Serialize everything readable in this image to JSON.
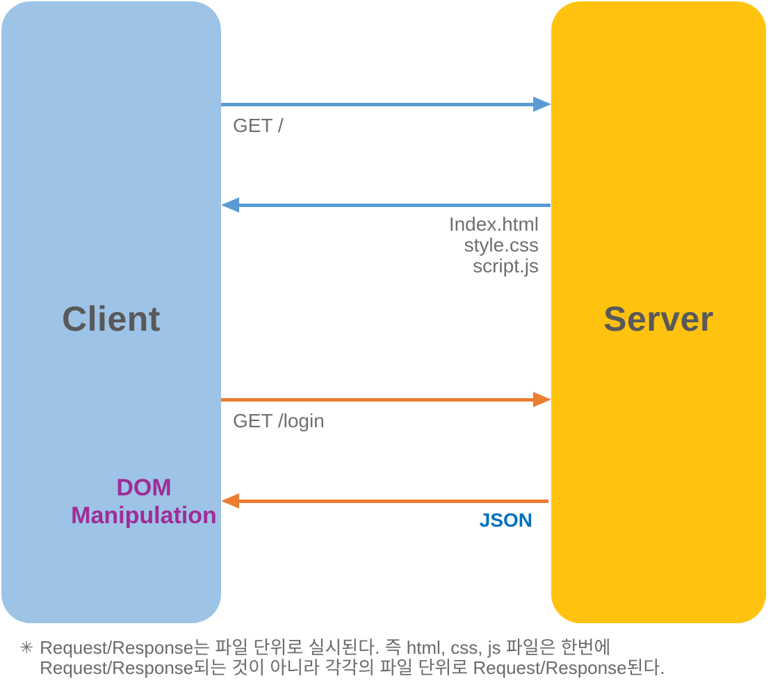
{
  "client": {
    "label": "Client",
    "fill": "#9DC3E6"
  },
  "server": {
    "label": "Server",
    "fill": "#FFC30F"
  },
  "dom_manipulation": {
    "line1": "DOM",
    "line2": "Manipulation",
    "color": "#A02C96"
  },
  "messages": {
    "request_root": {
      "label": "GET /",
      "direction": "client-to-server",
      "arrow_color": "#5B9BD5"
    },
    "response_files": {
      "files": [
        "Index.html",
        "style.css",
        "script.js"
      ],
      "direction": "server-to-client",
      "arrow_color": "#5B9BD5"
    },
    "request_login": {
      "label": "GET /login",
      "direction": "client-to-server",
      "arrow_color": "#ED7D31"
    },
    "response_json": {
      "label": "JSON",
      "label_color": "#0070C0",
      "direction": "server-to-client",
      "arrow_color": "#ED7D31"
    }
  },
  "note": {
    "bullet": "✳",
    "line1": "Request/Response는 파일 단위로 실시된다. 즉 html, css, js 파일은 한번에",
    "line2": "Request/Response되는 것이 아니라 각각의 파일 단위로 Request/Response된다."
  },
  "colors": {
    "title_text": "#595959",
    "label_text": "#6F6F6F",
    "background": "#FFFFFF"
  }
}
